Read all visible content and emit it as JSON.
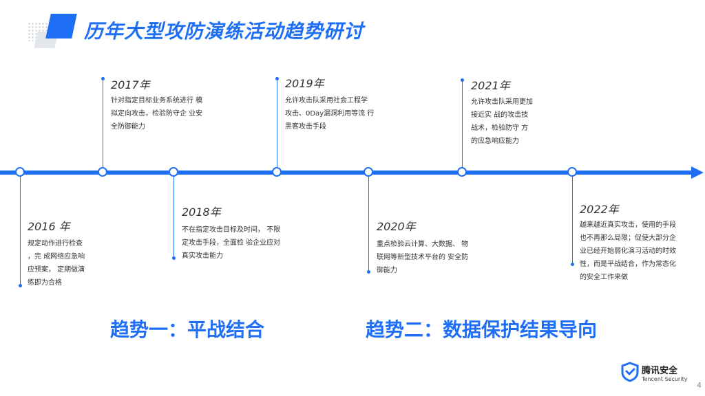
{
  "header": {
    "title": "历年大型攻防演练活动趋势研讨"
  },
  "timeline": {
    "y2016": {
      "year": "2016 年",
      "lines": [
        "规定动作进行检查",
        "，完  成网络应急响",
        "应预案，  定期做演",
        "练即为合格"
      ]
    },
    "y2017": {
      "year": "2017年",
      "lines": [
        "针对指定目标业务系统进行  模",
        "拟定向攻击，检验防守企  业安",
        "全防御能力"
      ]
    },
    "y2018": {
      "year": "2018年",
      "lines": [
        "不在指定攻击目标及时间，  不限",
        "定攻击手段，全面检 验企业应对",
        "真实攻击能力"
      ]
    },
    "y2019": {
      "year": "2019年",
      "lines": [
        "允许攻击队采用社会工程学",
        "攻击、0Day漏洞利用等流 行",
        "黑客攻击手段"
      ]
    },
    "y2020": {
      "year": "2020年",
      "lines": [
        "重点检验云计算、大数据、 物",
        "联网等新型技术平台的 安全防",
        "御能力"
      ]
    },
    "y2021": {
      "year": "2021年",
      "lines": [
        "允许攻击队采用更加",
        "接近实  战的攻击技",
        "战术，检验防守  方",
        "的应急响应能力"
      ]
    },
    "y2022": {
      "year": "2022年",
      "lines": [
        "越来越近真实攻击，使用的手段",
        "也不再那么局限；促使大部分企",
        "业已经开始弱化演习活动的时效",
        "性，而是平战结合，作为常态化",
        "的安全工作来做"
      ]
    }
  },
  "trends": {
    "one": "趋势一：平战结合",
    "two": "趋势二：数据保护结果导向"
  },
  "footer": {
    "brand": "腾讯安全",
    "brand_en": "Tencent Security",
    "page": "4"
  },
  "colors": {
    "accent": "#1e6ff5"
  }
}
